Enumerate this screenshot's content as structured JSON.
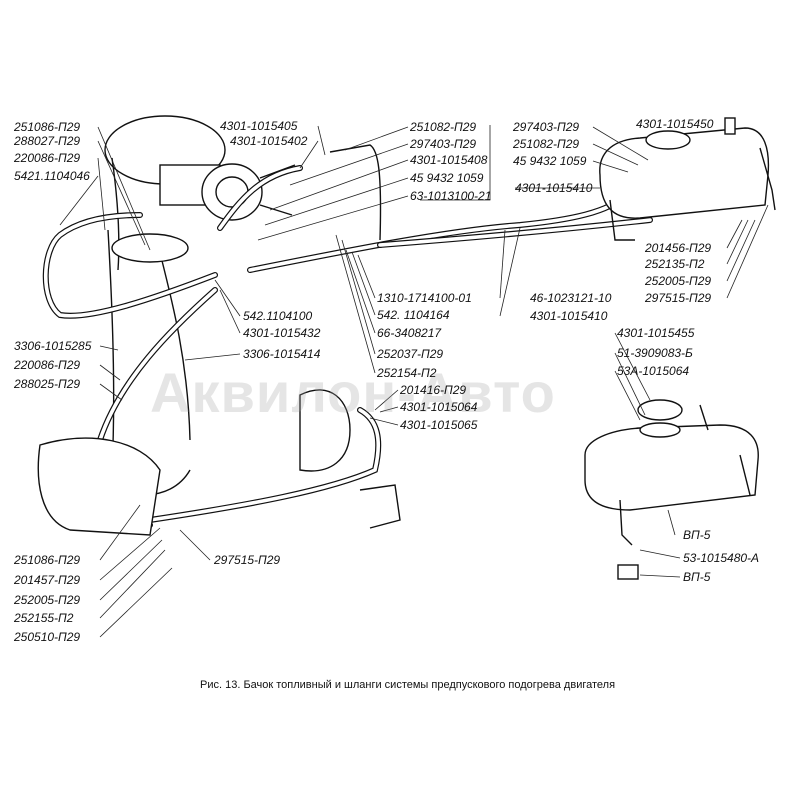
{
  "labels": {
    "l01": "251086-П29",
    "l02": "288027-П29",
    "l03": "220086-П29",
    "l04": "5421.1104046",
    "l05": "4301-1015405",
    "l06": "4301-1015402",
    "l07": "251082-П29",
    "l08": "297403-П29",
    "l09": "4301-1015408",
    "l10": "45 9432 1059",
    "l11": "63-1013100-21",
    "l12": "297403-П29",
    "l13": "4301-1015450",
    "l14": "251082-П29",
    "l15": "45 9432 1059",
    "l16": "4301-1015410",
    "l17": "201456-П29",
    "l18": "252135-П2",
    "l19": "252005-П29",
    "l20": "297515-П29",
    "l21": "1310-1714100-01",
    "l22": "542. 1104164",
    "l23": "66-3408217",
    "l24": "252037-П29",
    "l25": "252154-П2",
    "l26": "201416-П29",
    "l27": "4301-1015064",
    "l28": "4301-1015065",
    "l29": "46-1023121-10",
    "l30": "4301-1015410",
    "l31": "542.1104100",
    "l32": "4301-1015432",
    "l33": "3306-1015285",
    "l34": "3306-1015414",
    "l35": "220086-П29",
    "l36": "288025-П29",
    "l37": "4301-1015455",
    "l38": "51-3909083-Б",
    "l39": "53А-1015064",
    "l40": "ВП-5",
    "l41": "53-1015480-А",
    "l42": "ВП-5",
    "l43": "251086-П29",
    "l44": "201457-П29",
    "l45": "252005-П29",
    "l46": "252155-П2",
    "l47": "250510-П29",
    "l48": "297515-П29"
  },
  "caption": "Рис. 13. Бачок топливный и шланги системы предпускового подогрева двигателя",
  "watermark": "Аквилон-Авто"
}
